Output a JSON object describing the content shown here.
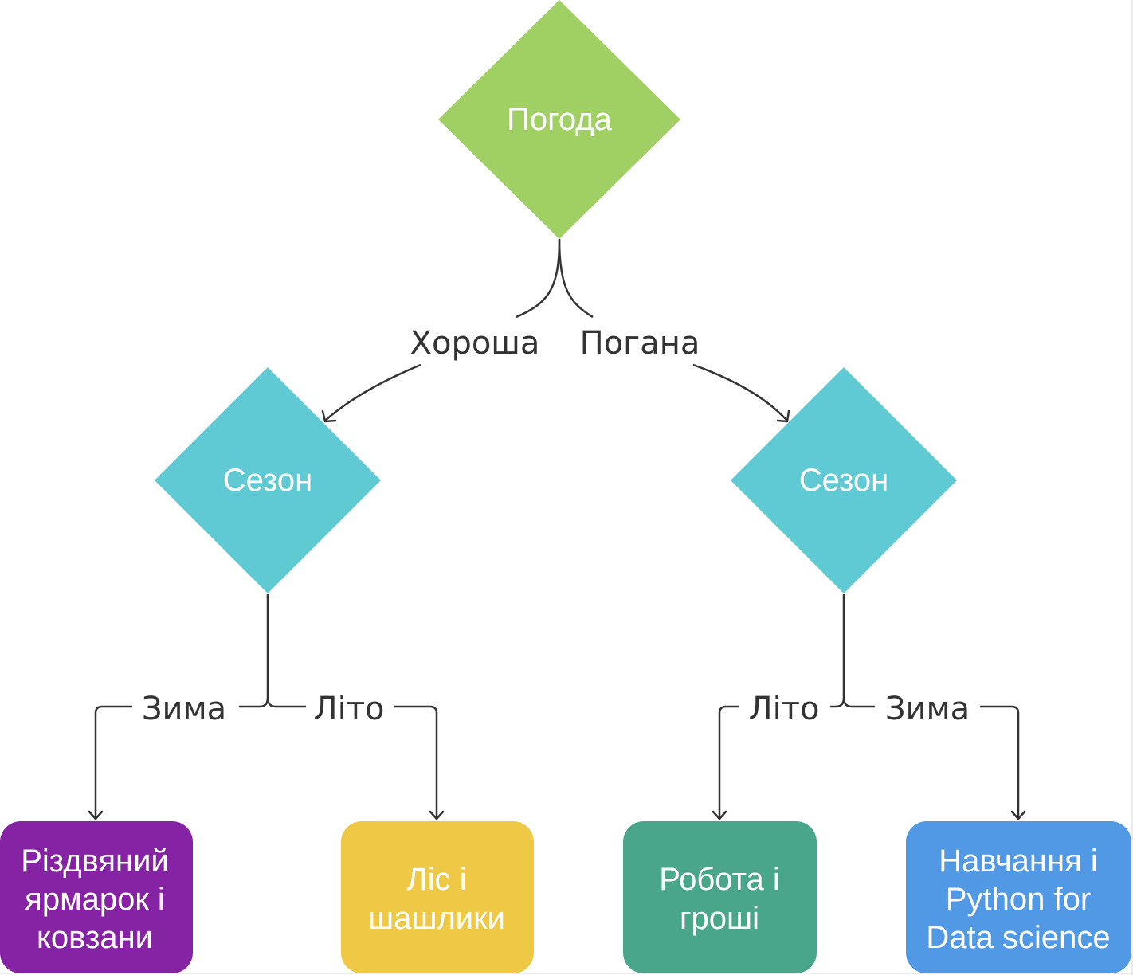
{
  "nodes": {
    "root": {
      "label": "Погода",
      "color": "#a0d064"
    },
    "season_left": {
      "label": "Сезон",
      "color": "#5fcad3"
    },
    "season_right": {
      "label": "Сезон",
      "color": "#5fcad3"
    },
    "leaf_1": {
      "lines": [
        "Різдвяний",
        "ярмарок і",
        "ковзани"
      ],
      "color": "#8622a4"
    },
    "leaf_2": {
      "lines": [
        "Ліс і",
        "шашлики"
      ],
      "color": "#efc946"
    },
    "leaf_3": {
      "lines": [
        "Робота і",
        "гроші"
      ],
      "color": "#4aa68a"
    },
    "leaf_4": {
      "lines": [
        "Навчання і",
        "Python for",
        "Data science"
      ],
      "color": "#5199e5"
    }
  },
  "edges": {
    "good": "Хороша",
    "bad": "Погана",
    "left_winter": "Зима",
    "left_summer": "Літо",
    "right_summer": "Літо",
    "right_winter": "Зима"
  }
}
